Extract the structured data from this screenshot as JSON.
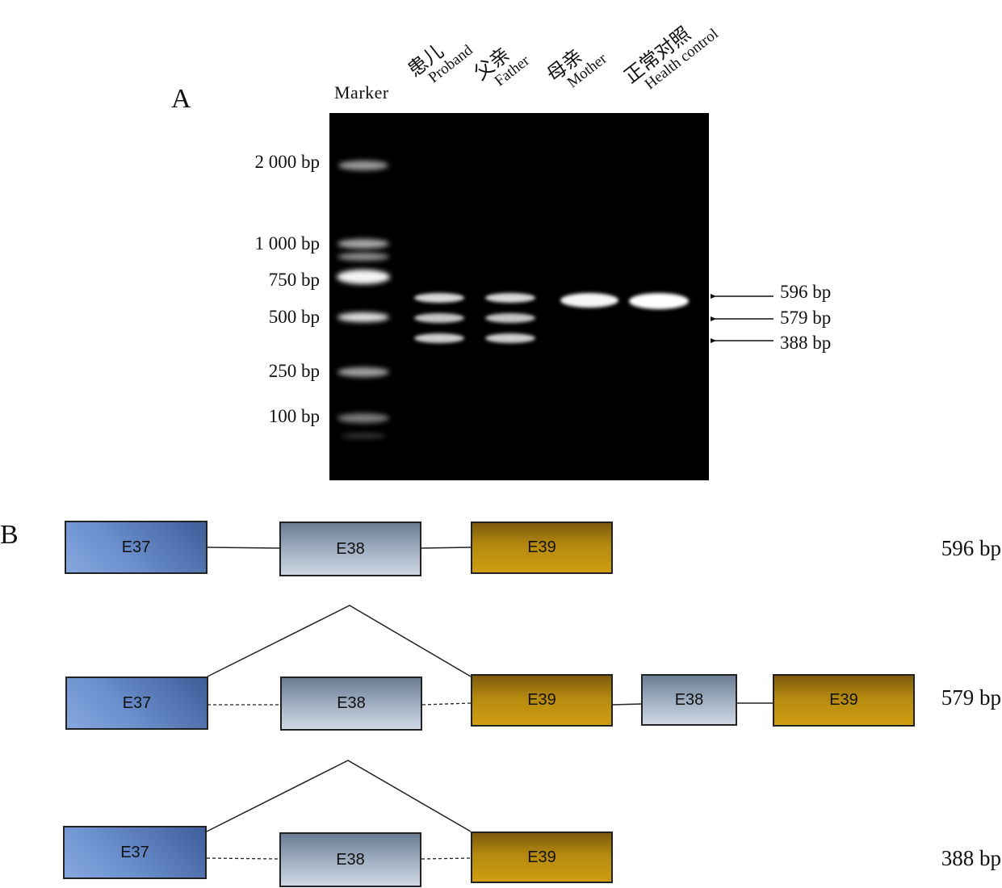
{
  "panel_a": {
    "label": "A",
    "marker_header": "Marker",
    "lanes": [
      {
        "cn": "患儿",
        "en": "Proband"
      },
      {
        "cn": "父亲",
        "en": "Father"
      },
      {
        "cn": "母亲",
        "en": "Mother"
      },
      {
        "cn": "正常对照",
        "en": "Health control"
      }
    ],
    "ladder": [
      "2 000 bp",
      "1 000 bp",
      "750 bp",
      "500 bp",
      "250 bp",
      "100 bp"
    ],
    "bands": [
      "596 bp",
      "579 bp",
      "388 bp"
    ]
  },
  "panel_b": {
    "label": "B",
    "isoforms": [
      {
        "length": "596 bp",
        "exons": [
          "E37",
          "E38",
          "E39"
        ]
      },
      {
        "length": "579 bp",
        "exons": [
          "E37",
          "E38",
          "E39",
          "E38",
          "E39"
        ]
      },
      {
        "length": "388 bp",
        "exons": [
          "E37",
          "E38",
          "E39"
        ]
      }
    ]
  },
  "colors": {
    "gel_background": "#000000",
    "band": "#ffffff",
    "exon_37": "#6a8fcc",
    "exon_38": "#a4b2c4",
    "exon_39": "#b58a10"
  }
}
